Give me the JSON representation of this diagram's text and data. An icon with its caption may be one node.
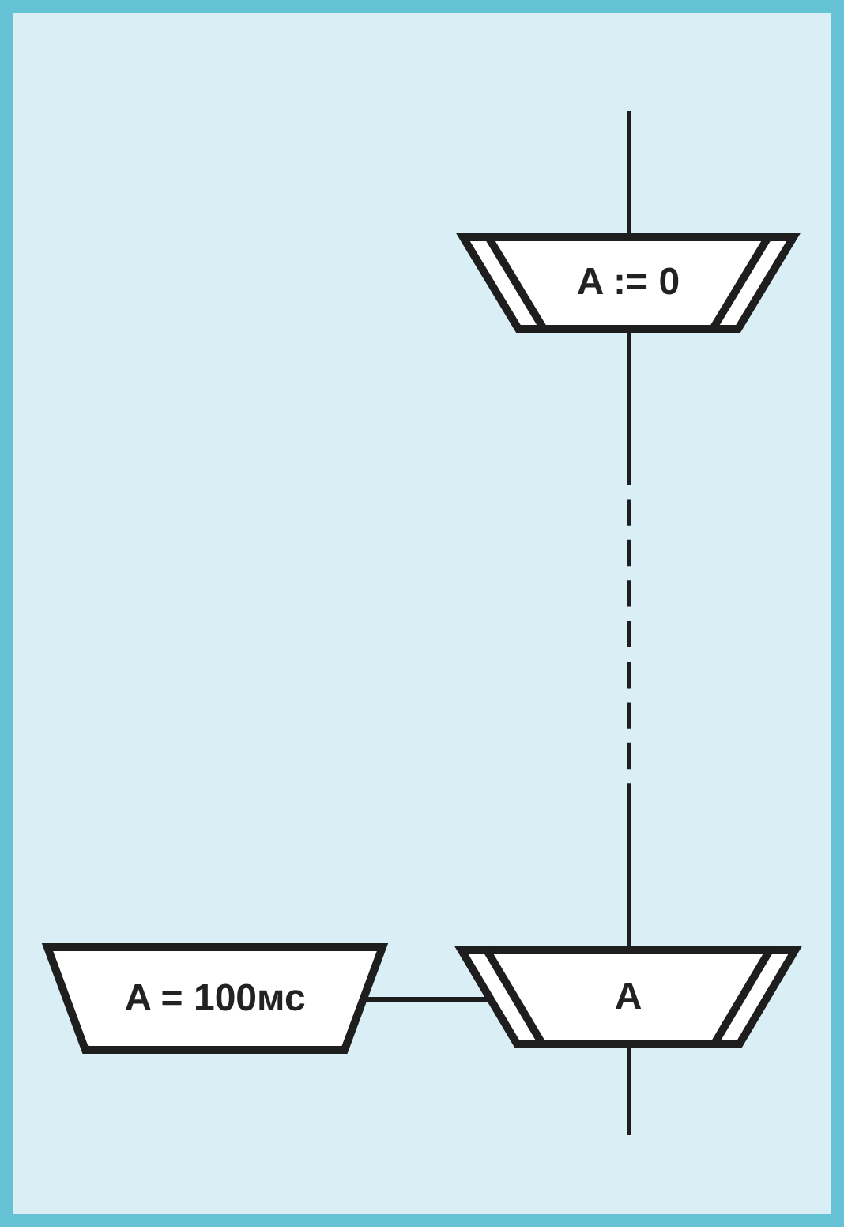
{
  "diagram": {
    "nodes": [
      {
        "text": [
          "A := 0"
        ]
      },
      {
        "text": [
          "A = 100мс"
        ]
      },
      {
        "text": [
          "A"
        ]
      }
    ],
    "edges": [
      {
        "from": null,
        "to": 0,
        "arrow": "none"
      },
      {
        "from": 0,
        "to": 2,
        "arrow": "none",
        "style": "dashed"
      },
      {
        "from": 1,
        "to": 2,
        "arrow": "none"
      },
      {
        "from": 2,
        "to": null,
        "arrow": "none"
      }
    ]
  }
}
